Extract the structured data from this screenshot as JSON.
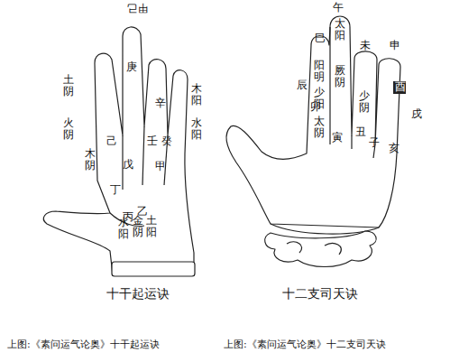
{
  "diagram": {
    "labels": [
      "甲己",
      "庚",
      "辛",
      "壬",
      "癸",
      "甲",
      "己",
      "戊",
      "丁",
      "丙",
      "乙",
      "土阴",
      "火阴",
      "木阴",
      "木阳",
      "水阳",
      "土阳",
      "金阴",
      "水阳",
      "十干起运诀",
      "上图:《素问运气论奥》十干起运诀",
      "午",
      "未",
      "申",
      "巳",
      "辰",
      "卯",
      "酉",
      "戌",
      "亥",
      "子",
      "丑",
      "寅",
      "太阳",
      "厥阴",
      "少阴",
      "阳明",
      "少阳",
      "太阴",
      "十二支司天诀",
      "上图:《素问运气论奥》十二支司天诀"
    ]
  }
}
